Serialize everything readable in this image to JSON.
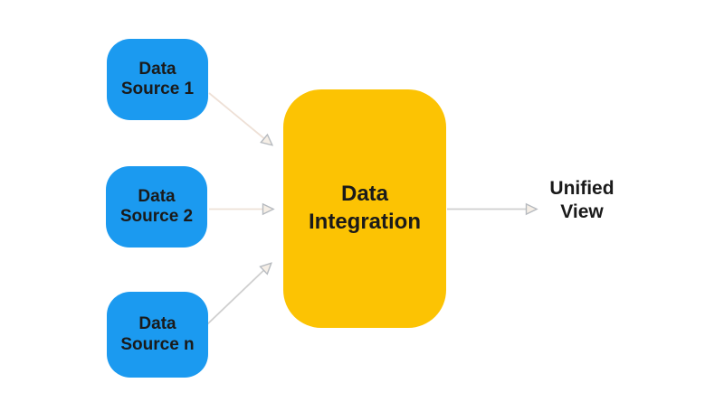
{
  "diagram": {
    "sources": [
      {
        "label": "Data Source 1"
      },
      {
        "label": "Data Source 2"
      },
      {
        "label": "Data Source n"
      }
    ],
    "hub": {
      "label": "Data Integration"
    },
    "output": {
      "label": "Unified View"
    },
    "connections": [
      {
        "from": "Data Source 1",
        "to": "Data Integration"
      },
      {
        "from": "Data Source 2",
        "to": "Data Integration"
      },
      {
        "from": "Data Source n",
        "to": "Data Integration"
      },
      {
        "from": "Data Integration",
        "to": "Unified View"
      }
    ],
    "colors": {
      "source_fill": "#1b9af0",
      "hub_fill": "#fcc303",
      "label_text": "#1a1a1a",
      "arrow_warm": "#eee0d6",
      "arrow_gray": "#cfcfcf",
      "arrowhead_fill": "#f5eee6",
      "arrowhead_stroke": "#b7bbc0",
      "bg": "#ffffff"
    }
  }
}
